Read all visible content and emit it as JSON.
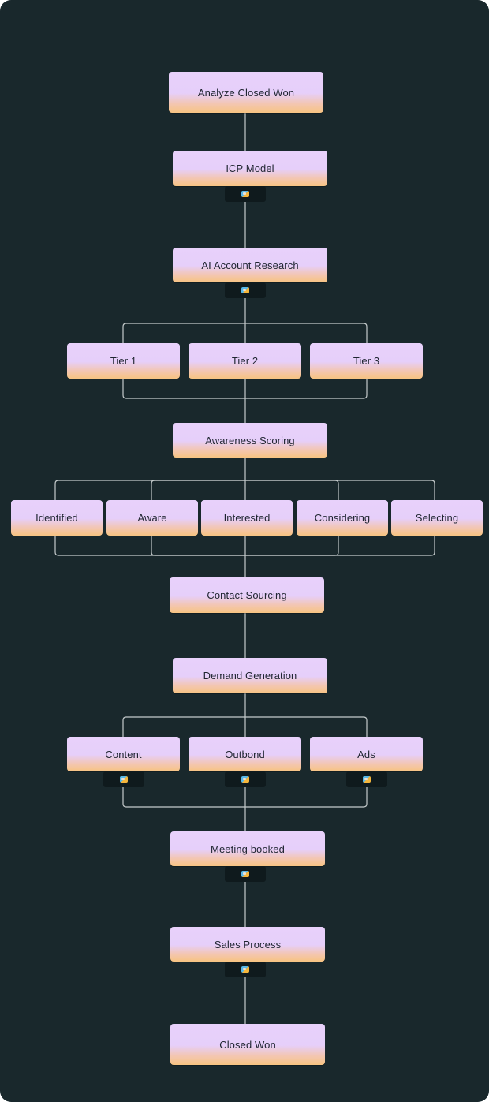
{
  "flow": {
    "analyze_closed_won": "Analyze Closed Won",
    "icp_model": "ICP Model",
    "ai_account_research": "AI Account Research",
    "tiers": [
      "Tier 1",
      "Tier 2",
      "Tier 3"
    ],
    "awareness_scoring": "Awareness Scoring",
    "stages": [
      "Identified",
      "Aware",
      "Interested",
      "Considering",
      "Selecting"
    ],
    "contact_sourcing": "Contact Sourcing",
    "demand_generation": "Demand Generation",
    "channels": [
      "Content",
      "Outbond",
      "Ads"
    ],
    "meeting_booked": "Meeting booked",
    "sales_process": "Sales Process",
    "closed_won": "Closed Won"
  },
  "badge_icon": "app-logo-icon",
  "colors": {
    "background": "#19282c",
    "node_top": "#e8d1fb",
    "node_bottom": "#f7c482",
    "connector": "#c4cacb",
    "badge": "#0f1a1d"
  }
}
